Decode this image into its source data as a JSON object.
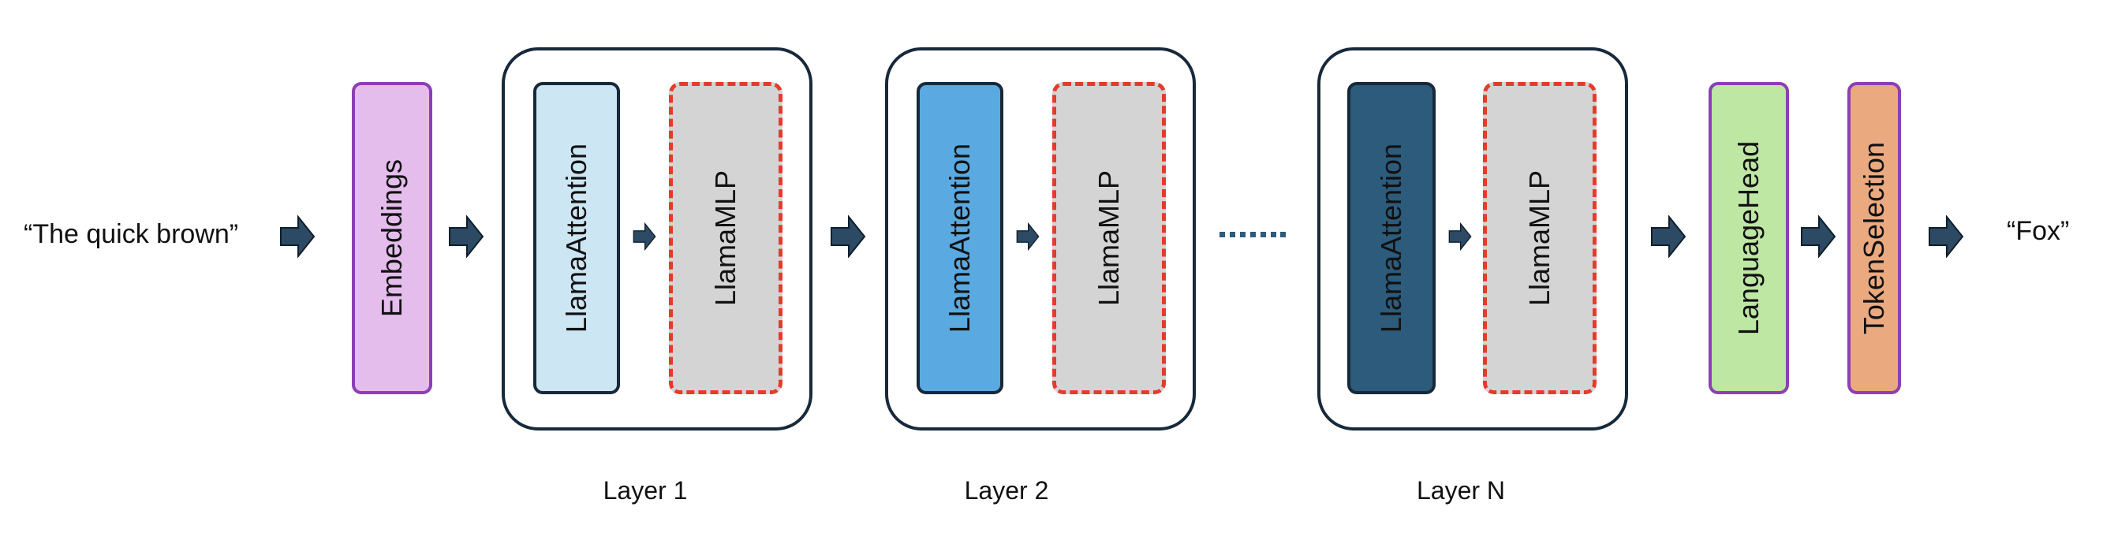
{
  "input_text": "“The quick brown”",
  "output_text": "“Fox”",
  "embeddings_label": "Embeddings",
  "layers": [
    {
      "attention_label": "LlamaAttention",
      "mlp_label": "LlamaMLP",
      "caption": "Layer 1"
    },
    {
      "attention_label": "LlamaAttention",
      "mlp_label": "LlamaMLP",
      "caption": "Layer 2"
    },
    {
      "attention_label": "LlamaAttention",
      "mlp_label": "LlamaMLP",
      "caption": "Layer N"
    }
  ],
  "language_head_label": "LanguageHead",
  "token_selection_label": "TokenSelection",
  "colors": {
    "embeddings_fill": "#e4bdec",
    "embeddings_border": "#8c3fb5",
    "attention_layer1": "#cce6f4",
    "attention_layer2": "#5aa9e0",
    "attention_layerN": "#2c5b7b",
    "mlp_fill": "#d4d4d4",
    "mlp_border": "#e43b2c",
    "language_head_fill": "#bde7a3",
    "language_head_border": "#8c3fb5",
    "token_selection_fill": "#eba97f",
    "token_selection_border": "#8c3fb5",
    "arrow": "#2c4a63",
    "outline": "#17293a"
  }
}
